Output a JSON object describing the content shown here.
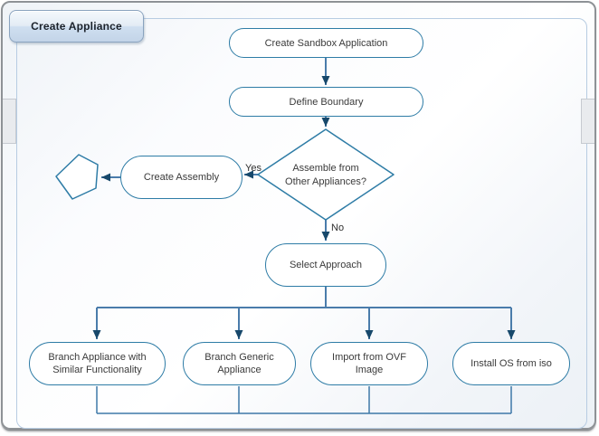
{
  "window": {
    "tab_label": "Create Appliance"
  },
  "flowchart": {
    "nodes": {
      "sandbox": {
        "label": "Create Sandbox Application"
      },
      "boundary": {
        "label": "Define Boundary"
      },
      "decision": {
        "line1": "Assemble from",
        "line2": "Other Appliances?"
      },
      "assembly": {
        "label": "Create Assembly"
      },
      "select_approach": {
        "label": "Select Approach"
      },
      "branch_similar": {
        "label": "Branch Appliance with Similar Functionality"
      },
      "branch_generic": {
        "label": "Branch Generic Appliance"
      },
      "import_ovf": {
        "label": "Import from OVF Image"
      },
      "install_os": {
        "label": "Install OS from iso"
      }
    },
    "edge_labels": {
      "yes": "Yes",
      "no": "No"
    },
    "colors": {
      "shape_border": "#2E7CA6",
      "connector_line": "#4A7CAB",
      "arrowhead": "#17486B",
      "tab_fill": "#C3D4E8",
      "frame_border": "#B7CCE2"
    }
  }
}
